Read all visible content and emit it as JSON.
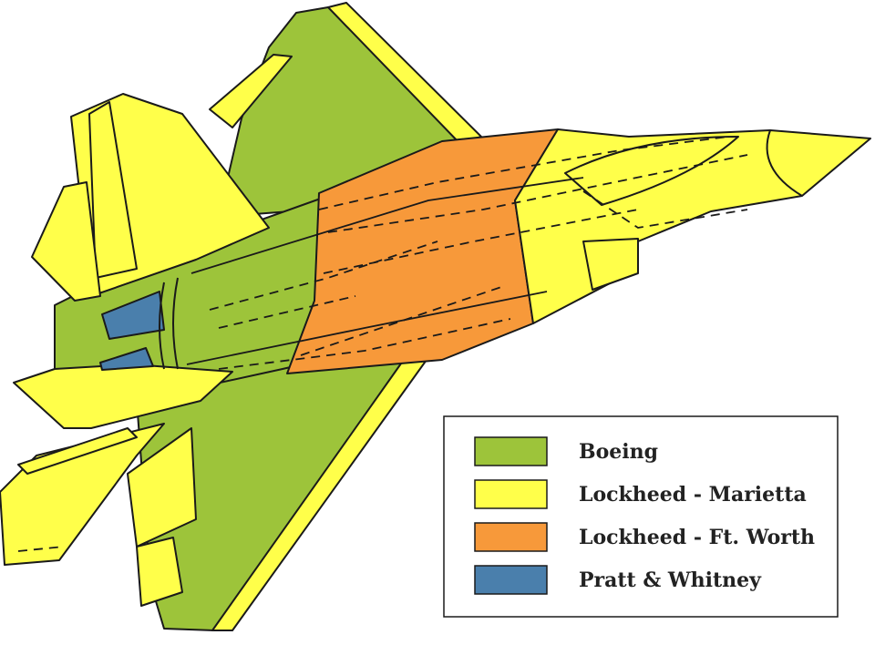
{
  "legend": {
    "items": [
      {
        "label": "Boeing",
        "color": "#9dc43a"
      },
      {
        "label": "Lockheed - Marietta",
        "color": "#ffff4a"
      },
      {
        "label": "Lockheed - Ft. Worth",
        "color": "#f7993a"
      },
      {
        "label": "Pratt & Whitney",
        "color": "#4a7fac"
      }
    ]
  },
  "colors": {
    "outline": "#1a1a1a",
    "background": "#ffffff"
  }
}
